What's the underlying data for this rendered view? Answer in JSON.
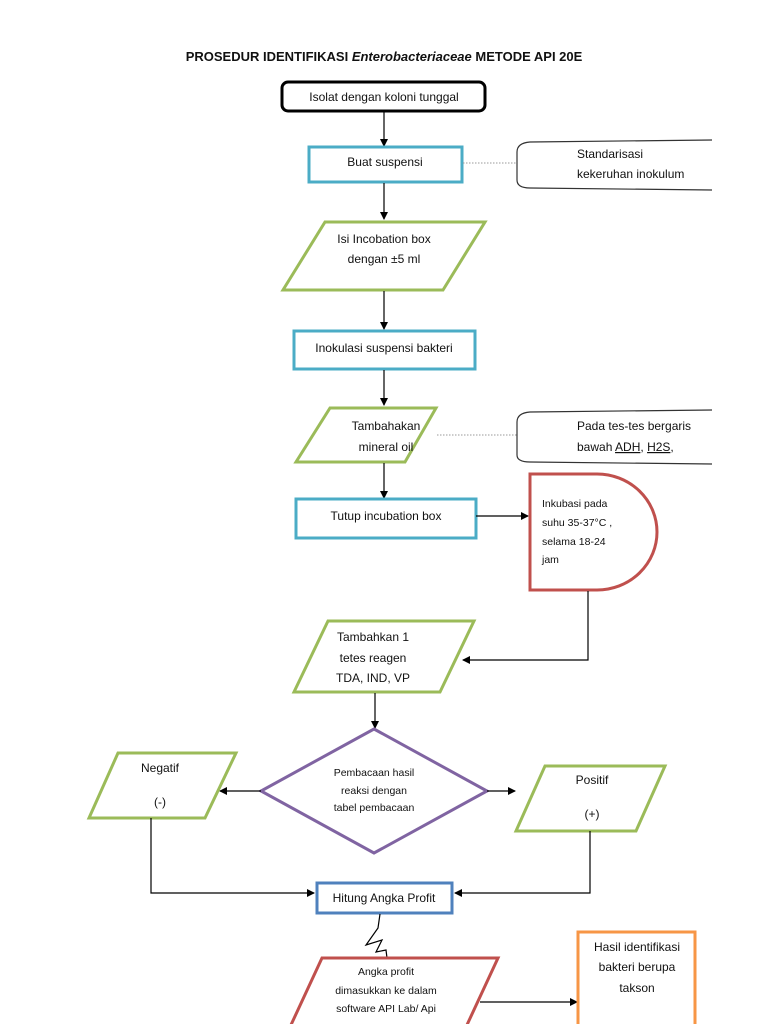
{
  "title": {
    "prefix": "PROSEDUR IDENTIFIKASI ",
    "italic": "Enterobacteriaceae",
    "suffix": " METODE API 20E"
  },
  "colors": {
    "cyan": "#4bacc6",
    "green": "#9bbb59",
    "purple": "#8064a2",
    "red": "#c0504d",
    "blue": "#4f81bd",
    "orange": "#f79646",
    "black": "#000000"
  },
  "nodes": {
    "start": "Isolat dengan koloni tunggal",
    "suspensi": "Buat suspensi",
    "isi": [
      "Isi Incobation box",
      "dengan ±5 ml"
    ],
    "inokulasi": "Inokulasi suspensi bakteri",
    "mineral": [
      "Tambahakan",
      "mineral oil"
    ],
    "tutup": "Tutup incubation box",
    "inkubasi": [
      "Inkubasi pada",
      "suhu 35-37°C ,",
      "selama 18-24",
      "jam"
    ],
    "reagen": [
      "Tambahkan 1",
      "tetes reagen",
      "TDA, IND, VP"
    ],
    "decision": [
      "Pembacaan hasil",
      "reaksi dengan",
      "tabel pembacaan"
    ],
    "negatif": [
      "Negatif",
      "(-)"
    ],
    "positif": [
      "Positif",
      "(+)"
    ],
    "hitung": "Hitung Angka Profit",
    "angka": [
      "Angka profit",
      "dimasukkan ke dalam",
      "software API Lab/ Api"
    ],
    "hasil": [
      "Hasil identifikasi",
      "bakteri berupa",
      "takson"
    ]
  },
  "notes": {
    "standarisasi": [
      "Standarisasi",
      "kekeruhan inokulum"
    ],
    "garis": {
      "prefix": "Pada tes-tes bergaris",
      "line2": "bawah ",
      "adh": "ADH",
      "sep": ", ",
      "h2s": "H2S",
      "end": ","
    }
  }
}
